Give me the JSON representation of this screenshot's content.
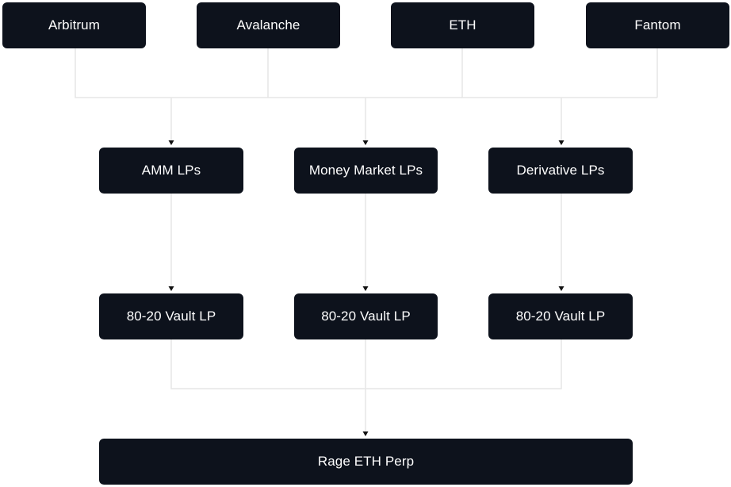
{
  "sources": [
    {
      "label": "Arbitrum"
    },
    {
      "label": "Avalanche"
    },
    {
      "label": "ETH"
    },
    {
      "label": "Fantom"
    }
  ],
  "lp_types": [
    {
      "label": "AMM LPs"
    },
    {
      "label": "Money Market LPs"
    },
    {
      "label": "Derivative LPs"
    }
  ],
  "vaults": [
    {
      "label": "80-20 Vault LP"
    },
    {
      "label": "80-20 Vault LP"
    },
    {
      "label": "80-20 Vault LP"
    }
  ],
  "target": {
    "label": "Rage ETH Perp"
  },
  "colors": {
    "node_fill": "#0d121c",
    "node_text": "#ffffff",
    "connector": "#e6e6e6",
    "arrow": "#111111"
  }
}
